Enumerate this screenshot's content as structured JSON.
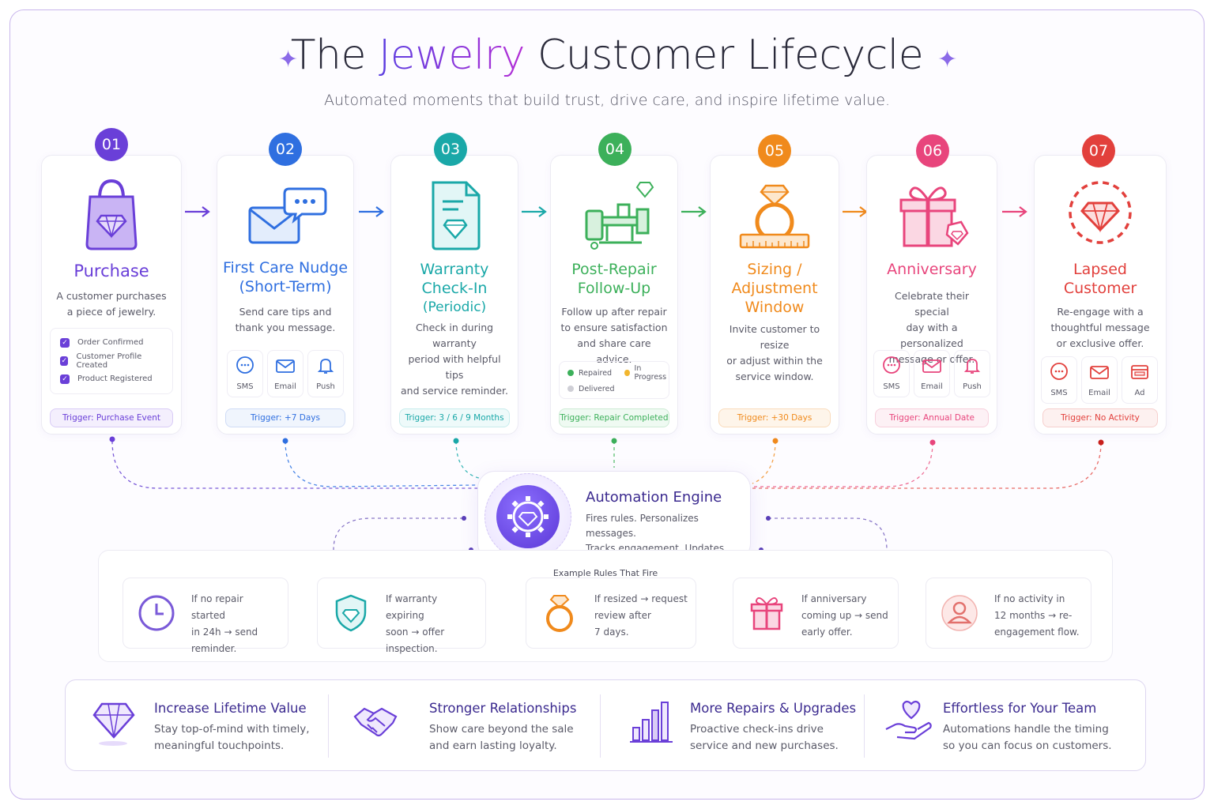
{
  "header": {
    "title_pre": "The ",
    "title_accent": "Jewelry",
    "title_post": " Customer Lifecycle",
    "subtitle": "Automated moments that build trust, drive care, and inspire lifetime value."
  },
  "stages": [
    {
      "num": "01",
      "title": "Purchase",
      "subtitle": "",
      "desc": [
        "A customer purchases",
        "a piece of jewelry."
      ],
      "trigger": "Trigger: Purchase Event",
      "color": "#6a3fd8",
      "icon": "shopping-bag-diamond-icon",
      "checklist": [
        "Order Confirmed",
        "Customer Profile Created",
        "Product Registered"
      ]
    },
    {
      "num": "02",
      "title": "First Care Nudge",
      "subtitle": "(Short-Term)",
      "desc": [
        "Send care tips and",
        "thank you message."
      ],
      "trigger": "Trigger: +7 Days",
      "color": "#2f6fe0",
      "icon": "envelope-chat-icon",
      "channels": [
        "SMS",
        "Email",
        "Push"
      ]
    },
    {
      "num": "03",
      "title": "Warranty",
      "title2": "Check-In",
      "subtitle": "(Periodic)",
      "desc": [
        "Check in during warranty",
        "period with helpful tips",
        "and service reminder."
      ],
      "trigger": "Trigger: 3 / 6 / 9 Months",
      "color": "#1aa8a8",
      "icon": "warranty-document-icon"
    },
    {
      "num": "04",
      "title": "Post-Repair",
      "title2": "Follow-Up",
      "subtitle": "",
      "desc": [
        "Follow up after repair",
        "to ensure satisfaction",
        "and share care advice."
      ],
      "trigger": "Trigger: Repair Completed",
      "color": "#3cb05a",
      "icon": "repair-bench-icon",
      "statuses": [
        {
          "label": "Repaired",
          "color": "#3cb05a"
        },
        {
          "label": "In Progress",
          "color": "#f2b62e"
        },
        {
          "label": "Delivered",
          "color": "#cfcfd6"
        }
      ]
    },
    {
      "num": "05",
      "title": "Sizing /",
      "title2": "Adjustment",
      "title3": "Window",
      "subtitle": "",
      "desc": [
        "Invite customer to resize",
        "or adjust within the",
        "service window."
      ],
      "trigger": "Trigger: +30 Days",
      "color": "#f08a1c",
      "icon": "ring-sizer-icon"
    },
    {
      "num": "06",
      "title": "Anniversary",
      "subtitle": "",
      "desc": [
        "Celebrate their special",
        "day with a personalized",
        "message or offer."
      ],
      "trigger": "Trigger: Annual Date",
      "color": "#e8457c",
      "icon": "gift-box-icon",
      "channels": [
        "SMS",
        "Email",
        "Push"
      ]
    },
    {
      "num": "07",
      "title": "Lapsed",
      "title2": "Customer",
      "subtitle": "",
      "desc": [
        "Re-engage with a",
        "thoughtful message",
        "or exclusive offer."
      ],
      "trigger": "Trigger: No Activity",
      "color": "#e2403c",
      "icon": "dashed-diamond-icon",
      "channels": [
        "SMS",
        "Email",
        "Ad"
      ]
    }
  ],
  "engine": {
    "title": "Automation Engine",
    "desc": [
      "Fires rules. Personalizes messages.",
      "Tracks engagement. Updates timeline."
    ]
  },
  "rules": {
    "label": "Example Rules That Fire",
    "items": [
      {
        "lines": [
          "If no repair started",
          "in 24h → send",
          "reminder."
        ],
        "icon": "clock-icon",
        "color": "#7a5ad8"
      },
      {
        "lines": [
          "If warranty expiring",
          "soon → offer",
          "inspection."
        ],
        "icon": "shield-diamond-icon",
        "color": "#1aa8a8"
      },
      {
        "lines": [
          "If resized → request",
          "review after",
          "7 days."
        ],
        "icon": "ring-icon",
        "color": "#f08a1c"
      },
      {
        "lines": [
          "If anniversary",
          "coming up → send",
          "early offer."
        ],
        "icon": "gift-icon",
        "color": "#e8457c"
      },
      {
        "lines": [
          "If no activity in",
          "12 months → re-",
          "engagement flow."
        ],
        "icon": "user-icon",
        "color": "#e2706c"
      }
    ]
  },
  "benefits": [
    {
      "title": "Increase Lifetime Value",
      "desc": [
        "Stay top-of-mind with timely,",
        "meaningful touchpoints."
      ],
      "icon": "diamond-icon"
    },
    {
      "title": "Stronger Relationships",
      "desc": [
        "Show care beyond the sale",
        "and earn lasting loyalty."
      ],
      "icon": "handshake-icon"
    },
    {
      "title": "More Repairs & Upgrades",
      "desc": [
        "Proactive check-ins drive",
        "service and new purchases."
      ],
      "icon": "bar-chart-icon"
    },
    {
      "title": "Effortless for Your Team",
      "desc": [
        "Automations handle the timing",
        "so you can focus on customers."
      ],
      "icon": "hand-heart-icon"
    }
  ]
}
